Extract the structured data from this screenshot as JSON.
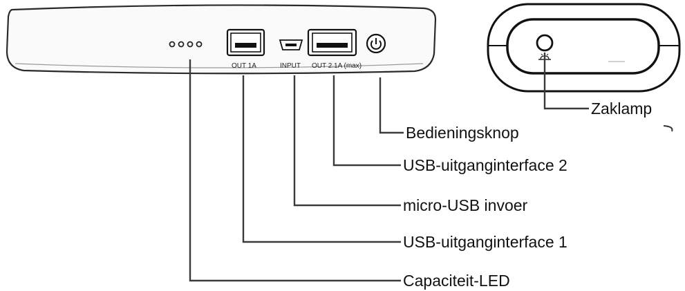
{
  "ports": {
    "out1": "OUT 1A",
    "input": "INPUT",
    "out2": "OUT 2.1A (max)"
  },
  "callouts": {
    "flashlight": "Zaklamp",
    "power_button": "Bedieningsknop",
    "usb_out_2": "USB-uitganginterface 2",
    "micro_usb_in": "micro-USB invoer",
    "usb_out_1": "USB-uitganginterface 1",
    "capacity_led": "Capaciteit-LED"
  }
}
